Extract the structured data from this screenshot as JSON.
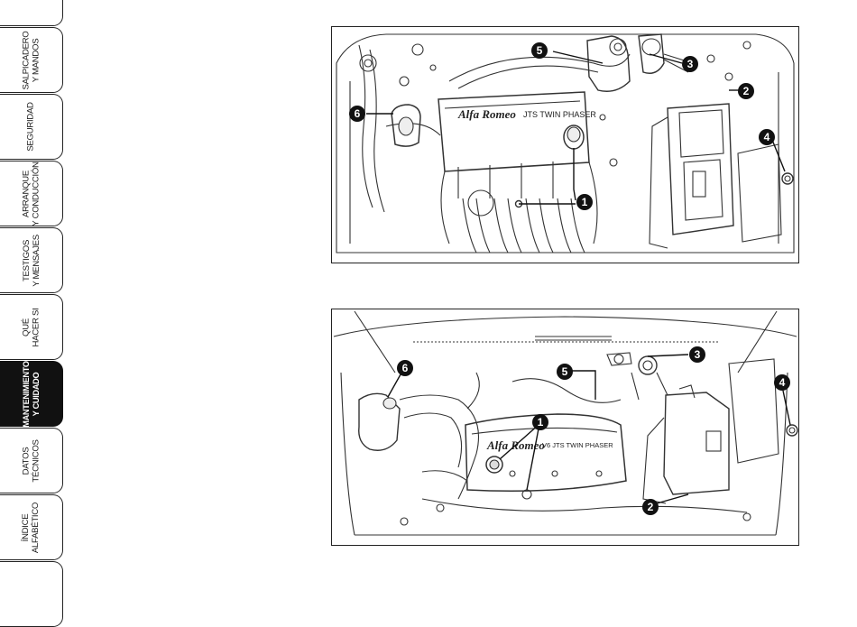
{
  "sidebar": {
    "tabs": [
      {
        "label": "",
        "active": false
      },
      {
        "label": "SALPICADERO\nY MANDOS",
        "active": false
      },
      {
        "label": "SEGURIDAD",
        "active": false
      },
      {
        "label": "ARRANQUE\nY CONDUCCIÓN",
        "active": false
      },
      {
        "label": "TESTIGOS\nY MENSAJES",
        "active": false
      },
      {
        "label": "QUÉ\nHACER SI",
        "active": false
      },
      {
        "label": "MANTENIMIENTO\nY CUIDADO",
        "active": true
      },
      {
        "label": "DATOS\nTÉCNICOS",
        "active": false
      },
      {
        "label": "ÍNDICE\nALFABÉTICO",
        "active": false
      },
      {
        "label": "",
        "active": false
      }
    ]
  },
  "figures": [
    {
      "engine_cover_text": "JTS TWIN PHASER",
      "brand_script": "Alfa Romeo",
      "callouts": [
        "1",
        "2",
        "3",
        "4",
        "5",
        "6"
      ]
    },
    {
      "engine_cover_text": "V6 JTS TWIN PHASER",
      "brand_script": "Alfa Romeo",
      "callouts": [
        "1",
        "2",
        "3",
        "4",
        "5",
        "6"
      ]
    }
  ]
}
